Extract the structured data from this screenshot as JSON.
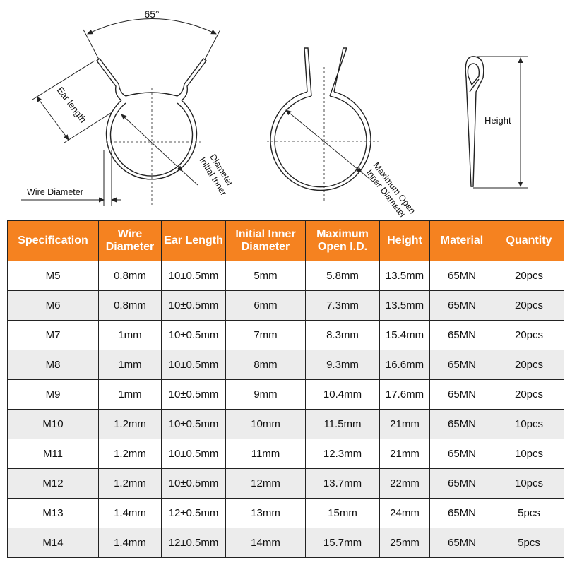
{
  "diagram": {
    "angle_label": "65°",
    "ear_length_label": "Ear length",
    "wire_diameter_label": "Wire Diameter",
    "initial_inner_diameter_label": [
      "Initial Inner",
      "Diameter"
    ],
    "max_open_inner_diameter_label": [
      "Maximum Open",
      "Inner Diameter"
    ],
    "height_label": "Height"
  },
  "table": {
    "headers": [
      "Specification",
      "Wire Diameter",
      "Ear Length",
      "Initial Inner Diameter",
      "Maximum Open I.D.",
      "Height",
      "Material",
      "Quantity"
    ],
    "rows": [
      [
        "M5",
        "0.8mm",
        "10±0.5mm",
        "5mm",
        "5.8mm",
        "13.5mm",
        "65MN",
        "20pcs"
      ],
      [
        "M6",
        "0.8mm",
        "10±0.5mm",
        "6mm",
        "7.3mm",
        "13.5mm",
        "65MN",
        "20pcs"
      ],
      [
        "M7",
        "1mm",
        "10±0.5mm",
        "7mm",
        "8.3mm",
        "15.4mm",
        "65MN",
        "20pcs"
      ],
      [
        "M8",
        "1mm",
        "10±0.5mm",
        "8mm",
        "9.3mm",
        "16.6mm",
        "65MN",
        "20pcs"
      ],
      [
        "M9",
        "1mm",
        "10±0.5mm",
        "9mm",
        "10.4mm",
        "17.6mm",
        "65MN",
        "20pcs"
      ],
      [
        "M10",
        "1.2mm",
        "10±0.5mm",
        "10mm",
        "11.5mm",
        "21mm",
        "65MN",
        "10pcs"
      ],
      [
        "M11",
        "1.2mm",
        "10±0.5mm",
        "11mm",
        "12.3mm",
        "21mm",
        "65MN",
        "10pcs"
      ],
      [
        "M12",
        "1.2mm",
        "10±0.5mm",
        "12mm",
        "13.7mm",
        "22mm",
        "65MN",
        "10pcs"
      ],
      [
        "M13",
        "1.4mm",
        "12±0.5mm",
        "13mm",
        "15mm",
        "24mm",
        "65MN",
        "5pcs"
      ],
      [
        "M14",
        "1.4mm",
        "12±0.5mm",
        "14mm",
        "15.7mm",
        "25mm",
        "65MN",
        "5pcs"
      ]
    ]
  },
  "colors": {
    "header_bg": "#f58220",
    "header_text": "#ffffff",
    "stripe_bg": "#ececec",
    "line": "#222222"
  }
}
